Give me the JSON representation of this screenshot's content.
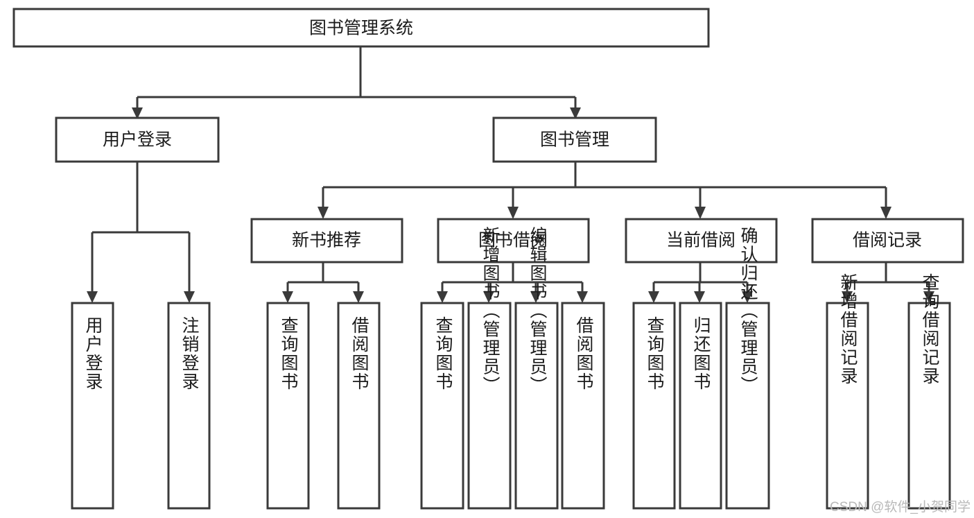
{
  "diagram": {
    "title": "图书管理系统",
    "type": "tree-hierarchy",
    "watermark": "CSDN @软件_小贺同学",
    "colors": {
      "stroke": "#3a3a3a",
      "box_fill": "#ffffff",
      "text": "#1b1b1b",
      "background": "#ffffff",
      "watermark": "#b9b9b9"
    },
    "root": {
      "label": "图书管理系统",
      "orientation": "horizontal"
    },
    "level1": [
      {
        "label": "用户登录",
        "orientation": "horizontal"
      },
      {
        "label": "图书管理",
        "orientation": "horizontal"
      }
    ],
    "level2": [
      {
        "label": "新书推荐",
        "orientation": "horizontal",
        "parent": "图书管理"
      },
      {
        "label": "图书借阅",
        "orientation": "horizontal",
        "parent": "图书管理"
      },
      {
        "label": "当前借阅",
        "orientation": "horizontal",
        "parent": "图书管理"
      },
      {
        "label": "借阅记录",
        "orientation": "horizontal",
        "parent": "图书管理"
      }
    ],
    "leaves": {
      "user_login": [
        {
          "label": "用户登录",
          "orientation": "vertical"
        },
        {
          "label": "注销登录",
          "orientation": "vertical"
        }
      ],
      "new_book_recommend": [
        {
          "label": "查询图书",
          "orientation": "vertical"
        },
        {
          "label": "借阅图书",
          "orientation": "vertical"
        }
      ],
      "book_borrow": [
        {
          "label": "查询图书",
          "orientation": "vertical"
        },
        {
          "label": "新增图书（管理员）",
          "orientation": "vertical"
        },
        {
          "label": "编辑图书（管理员）",
          "orientation": "vertical"
        },
        {
          "label": "借阅图书",
          "orientation": "vertical"
        }
      ],
      "current_borrow": [
        {
          "label": "查询图书",
          "orientation": "vertical"
        },
        {
          "label": "归还图书",
          "orientation": "vertical"
        },
        {
          "label": "确认归还（管理员）",
          "orientation": "vertical"
        }
      ],
      "borrow_record": [
        {
          "label": "新增借阅记录",
          "orientation": "vertical"
        },
        {
          "label": "查询借阅记录",
          "orientation": "vertical"
        }
      ]
    }
  }
}
